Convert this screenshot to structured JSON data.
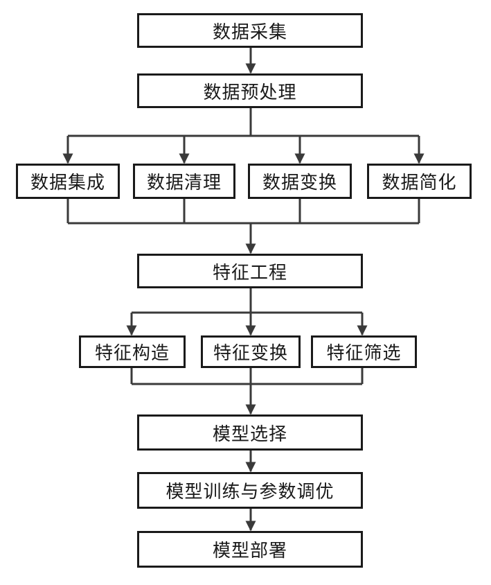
{
  "colors": {
    "line": "#3a3a3a",
    "border": "#1a1a1a",
    "text": "#1a1a1a"
  },
  "nodes": {
    "data_collection": "数据采集",
    "data_preprocessing": "数据预处理",
    "preprocessing_steps": [
      "数据集成",
      "数据清理",
      "数据变换",
      "数据简化"
    ],
    "feature_engineering": "特征工程",
    "feature_steps": [
      "特征构造",
      "特征变换",
      "特征筛选"
    ],
    "model_selection": "模型选择",
    "model_training": "模型训练与参数调优",
    "model_deployment": "模型部署"
  }
}
